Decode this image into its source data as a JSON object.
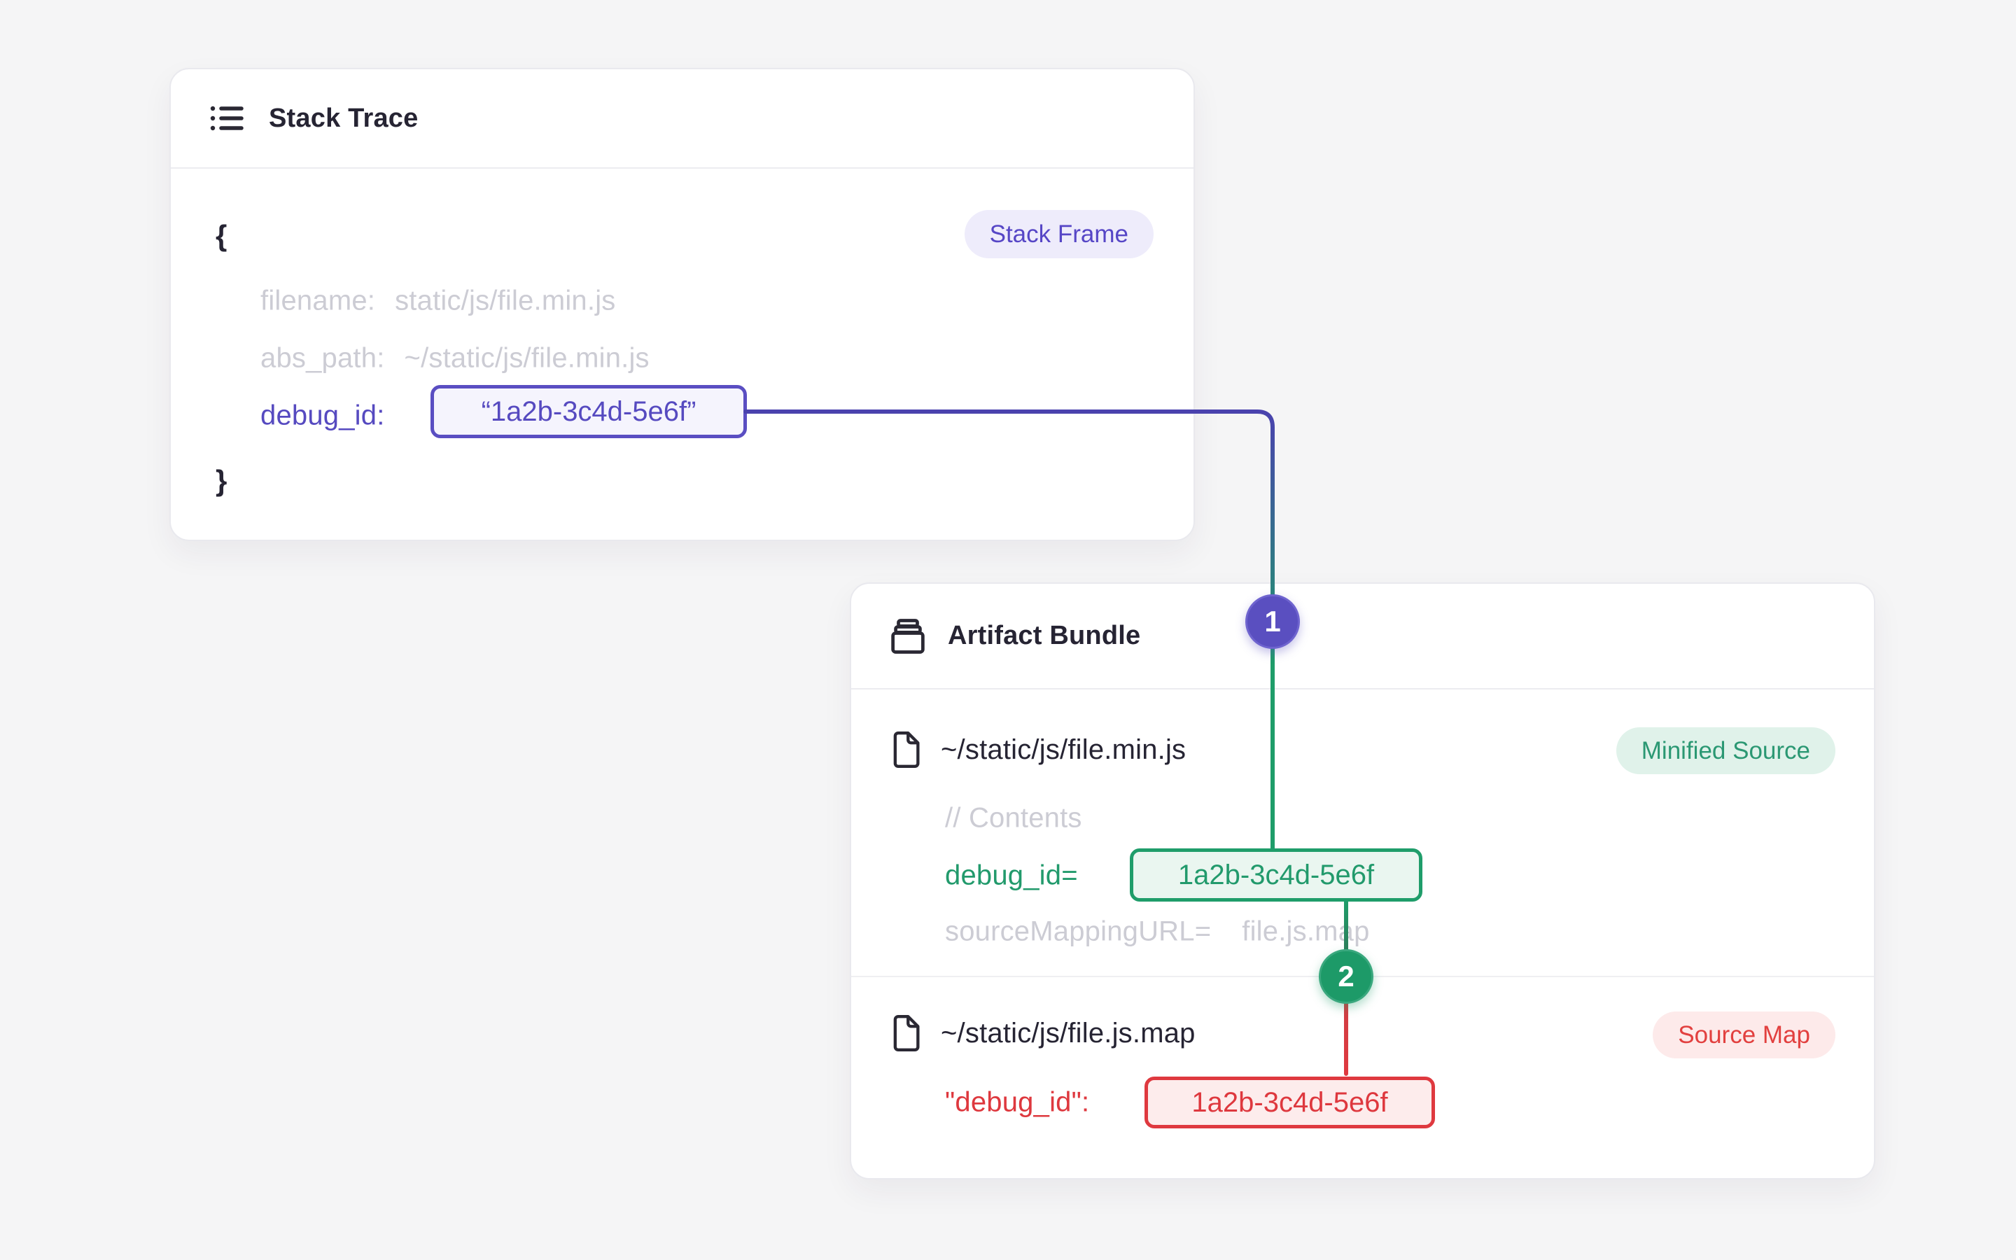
{
  "colors": {
    "page_bg": "#f5f5f6",
    "card_bg": "#ffffff",
    "dark_text": "#262433",
    "muted_text": "#ccccd4",
    "purple": "#564ac0",
    "purple_line": "#4a42ae",
    "green": "#1f9d6a",
    "red": "#df393f"
  },
  "stack_trace": {
    "title": "Stack Trace",
    "badge": "Stack Frame",
    "brace_open": "{",
    "brace_close": "}",
    "rows": [
      {
        "label": "filename:",
        "value": "static/js/file.min.js"
      },
      {
        "label": "abs_path:",
        "value": "~/static/js/file.min.js"
      }
    ],
    "debug_label": "debug_id:",
    "debug_value": "“1a2b-3c4d-5e6f”"
  },
  "artifact_bundle": {
    "title": "Artifact Bundle",
    "minified_source": {
      "path": "~/static/js/file.min.js",
      "badge": "Minified Source",
      "comment": "// Contents",
      "debug_label": "debug_id=",
      "debug_value": "1a2b-3c4d-5e6f",
      "mapping_label": "sourceMappingURL=",
      "mapping_value": "file.js.map"
    },
    "source_map": {
      "path": "~/static/js/file.js.map",
      "badge": "Source Map",
      "debug_label": "\"debug_id\":",
      "debug_value": "1a2b-3c4d-5e6f"
    }
  },
  "markers": {
    "step1": "1",
    "step2": "2"
  },
  "icons": {
    "stack_trace": "list-icon",
    "artifact_bundle": "archive-box-icon",
    "file": "file-icon"
  }
}
